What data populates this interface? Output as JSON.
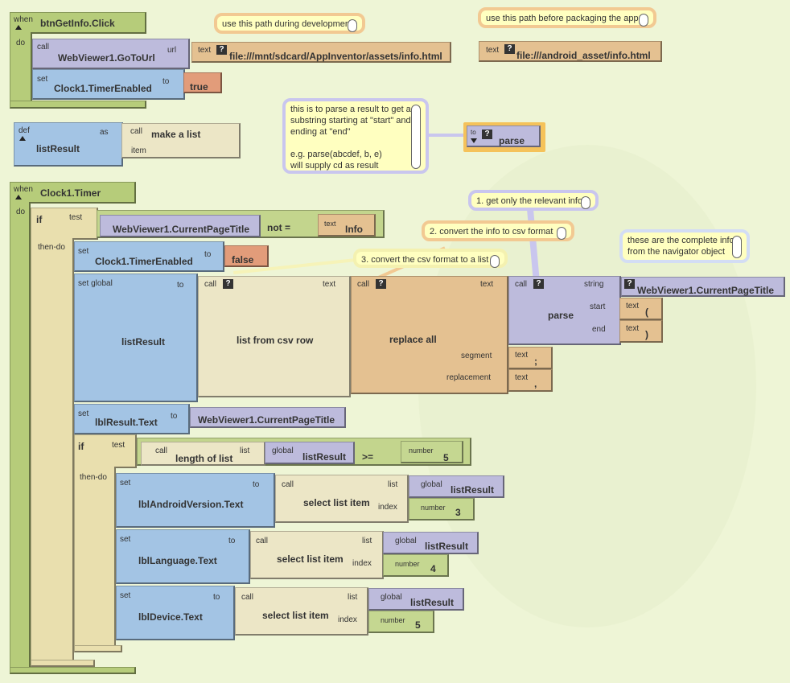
{
  "comments": {
    "dev_path": "use this path during development",
    "pkg_path": "use this path before packaging the app",
    "parse_desc_lines": [
      "this is to parse a result to get a",
      "substring starting at \"start\" and",
      "ending at \"end\"",
      "",
      "e.g. parse(abcdef, b, e)",
      "will supply cd as result"
    ],
    "step1": "1. get only the relevant info",
    "step2": "2. convert the info to csv format",
    "step3": "3. convert the csv format to a list",
    "nav_lines": [
      "these are the complete info",
      "from the navigator object"
    ]
  },
  "kw": {
    "when": "when",
    "do": "do",
    "call": "call",
    "set": "set",
    "to": "to",
    "url": "url",
    "text": "text",
    "def": "def",
    "as": "as",
    "item": "item",
    "if": "if",
    "test": "test",
    "then_do": "then-do",
    "set_global": "set global",
    "string": "string",
    "start": "start",
    "end": "end",
    "segment": "segment",
    "replacement": "replacement",
    "list": "list",
    "index": "index",
    "global": "global",
    "number": "number",
    "q": "?"
  },
  "btnClick": {
    "event": "btnGetInfo.Click",
    "call_method": "WebViewer1.GoToUrl",
    "dev_url": "file:///mnt/sdcard/AppInventor/assets/info.html",
    "pkg_url": "file:///android_asset/info.html",
    "set_prop": "Clock1.TimerEnabled",
    "set_value": "true"
  },
  "defVar": {
    "name": "listResult",
    "make_list": "make a list"
  },
  "parseProc": {
    "name": "parse",
    "to": "to"
  },
  "timer": {
    "event": "Clock1.Timer",
    "cond_left": "WebViewer1.CurrentPageTitle",
    "cond_op": "not =",
    "cond_right": "Info",
    "set_prop": "Clock1.TimerEnabled",
    "set_value": "false",
    "global_var": "listResult",
    "fn_csv": "list from csv row",
    "fn_replace": "replace all",
    "fn_parse": "parse",
    "parse_string": "WebViewer1.CurrentPageTitle",
    "parse_start": "(",
    "parse_end": ")",
    "segment": ";",
    "replacement": ",",
    "lbl_prop": "lblResult.Text",
    "lbl_value": "WebViewer1.CurrentPageTitle",
    "len_fn": "length of list",
    "len_var": "listResult",
    "cmp_op": ">=",
    "cmp_num": "5",
    "assignments": [
      {
        "prop": "lblAndroidVersion.Text",
        "fn": "select list item",
        "var": "listResult",
        "index": "3"
      },
      {
        "prop": "lblLanguage.Text",
        "fn": "select list item",
        "var": "listResult",
        "index": "4"
      },
      {
        "prop": "lblDevice.Text",
        "fn": "select list item",
        "var": "listResult",
        "index": "5"
      }
    ]
  }
}
